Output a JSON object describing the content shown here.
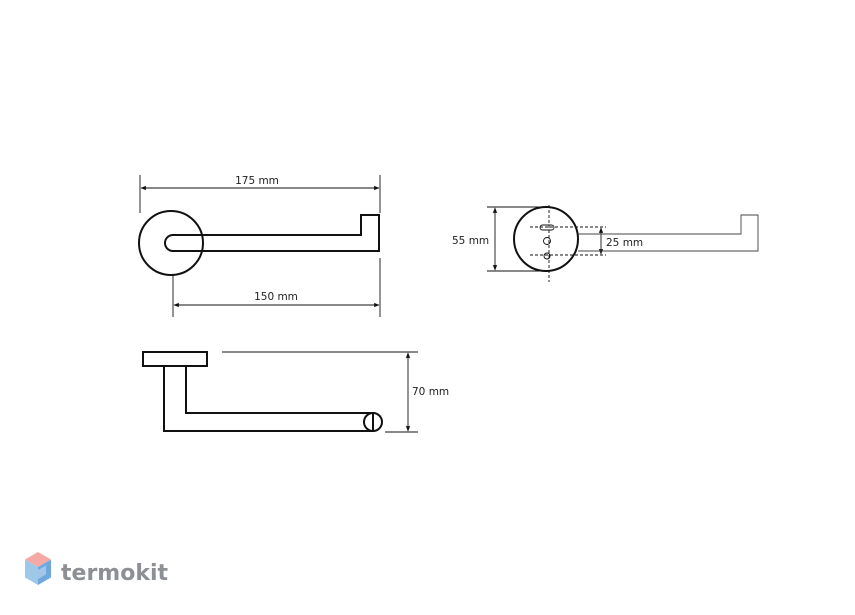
{
  "dimensions": {
    "overall_length": "175 mm",
    "arm_length": "150 mm",
    "mount_diameter": "55 mm",
    "hole_spacing": "25 mm",
    "projection": "70 mm"
  },
  "brand": {
    "name": "termokit",
    "colors": {
      "logo_top": "#f4a9a4",
      "logo_left": "#9ec8e8",
      "logo_right": "#6fa8dc",
      "text": "#8c9094"
    }
  }
}
